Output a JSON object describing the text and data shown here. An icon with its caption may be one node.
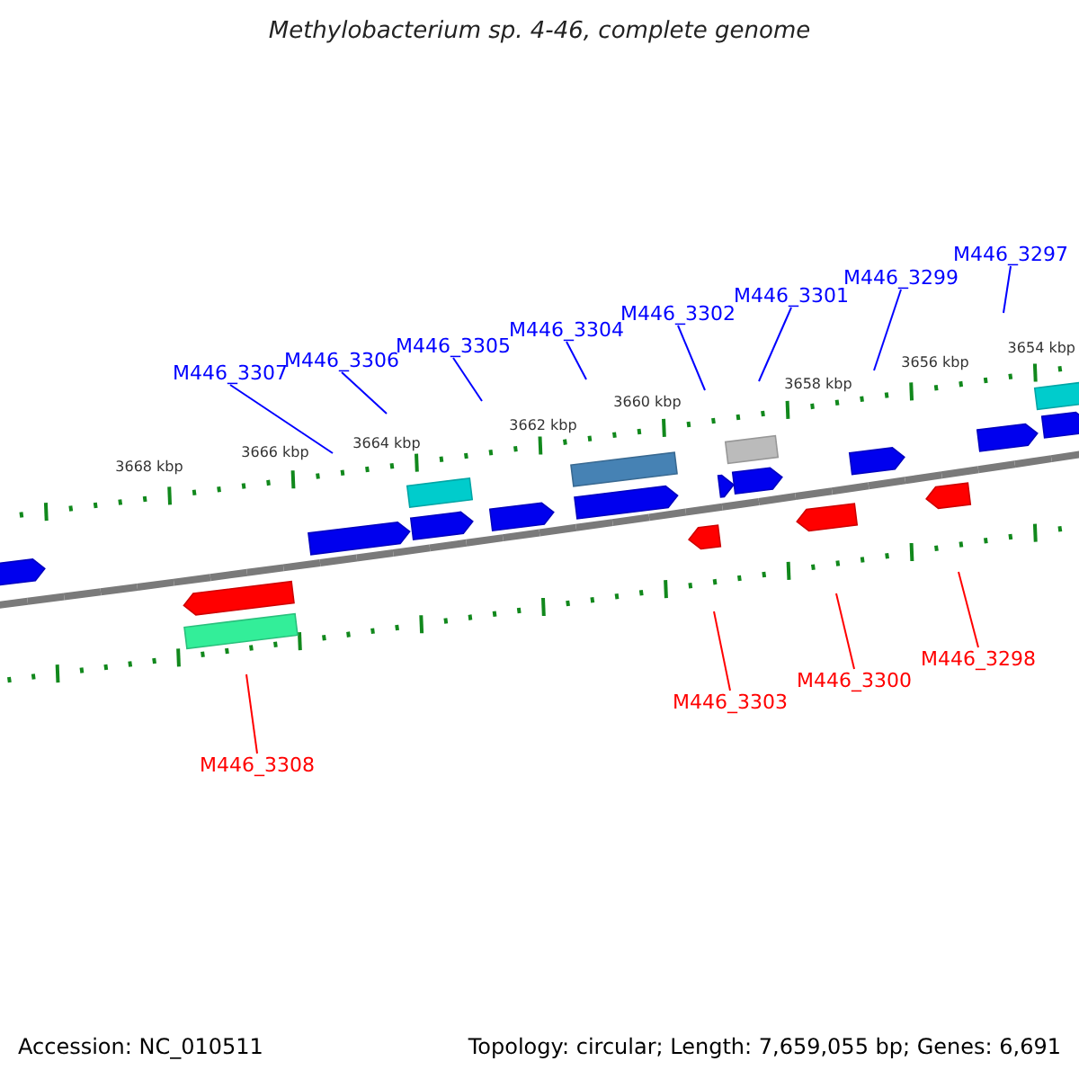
{
  "diagram": {
    "title": "Methylobacterium sp. 4-46, complete genome",
    "nodes": [
      {
        "text": [
          "M446_3307"
        ]
      },
      {
        "text": [
          "M446_3306"
        ]
      },
      {
        "text": [
          "M446_3305"
        ]
      },
      {
        "text": [
          "M446_3304"
        ]
      },
      {
        "text": [
          "M446_3302"
        ]
      },
      {
        "text": [
          "M446_3301"
        ]
      },
      {
        "text": [
          "M446_3299"
        ]
      },
      {
        "text": [
          "M446_3297"
        ]
      },
      {
        "text": [
          "M446_3308"
        ]
      },
      {
        "text": [
          "M446_3303"
        ]
      },
      {
        "text": [
          "M446_3300"
        ]
      },
      {
        "text": [
          "M446_3298"
        ]
      }
    ],
    "edges": [
      {
        "from": 0,
        "to": null,
        "arrow": "none"
      },
      {
        "from": 1,
        "to": null,
        "arrow": "none"
      },
      {
        "from": 2,
        "to": null,
        "arrow": "none"
      },
      {
        "from": 3,
        "to": null,
        "arrow": "none"
      },
      {
        "from": 4,
        "to": null,
        "arrow": "none"
      },
      {
        "from": 5,
        "to": null,
        "arrow": "none"
      },
      {
        "from": 6,
        "to": null,
        "arrow": "none"
      },
      {
        "from": 7,
        "to": null,
        "arrow": "none"
      },
      {
        "from": 8,
        "to": null,
        "arrow": "none",
        "color": "#ff0000"
      },
      {
        "from": 9,
        "to": null,
        "arrow": "none",
        "color": "#ff0000"
      },
      {
        "from": 10,
        "to": null,
        "arrow": "none",
        "color": "#ff0000"
      },
      {
        "from": 11,
        "to": null,
        "arrow": "none",
        "color": "#ff0000"
      }
    ],
    "labels": [
      "3668 kbp",
      "3666 kbp",
      "3664 kbp",
      "3662 kbp",
      "3660 kbp",
      "3658 kbp",
      "3656 kbp",
      "3654 kbp",
      "Accession: NC_010511",
      "Topology: circular; Length: 7,659,055 bp; Genes: 6,691"
    ]
  }
}
